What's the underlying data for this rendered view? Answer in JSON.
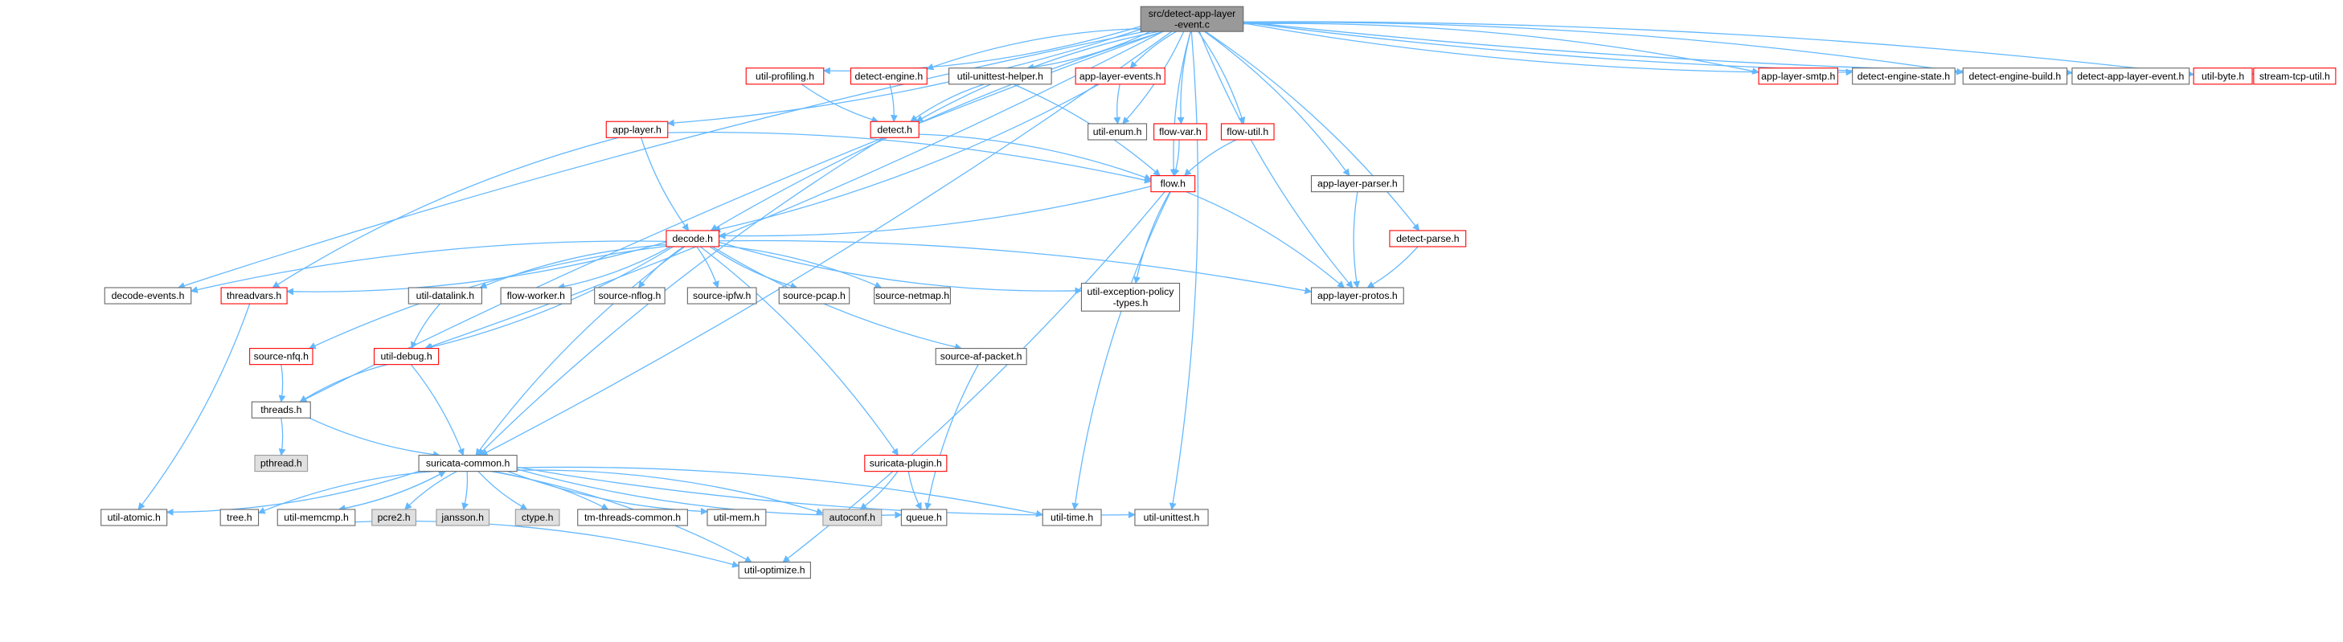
{
  "colors": {
    "edge": "#63b8ff",
    "root_fill": "#999999",
    "root_border": "#666666",
    "red_border": "#ff0000",
    "black_border": "#666666",
    "gray_fill": "#e0e0e0",
    "gray_border": "#999999"
  },
  "nodes": [
    {
      "id": "root",
      "lines": [
        "src/detect-app-layer",
        "-event.c"
      ],
      "style": "root"
    },
    {
      "id": "util_profiling",
      "lines": [
        "util-profiling.h"
      ],
      "style": "red"
    },
    {
      "id": "detect_engine",
      "lines": [
        "detect-engine.h"
      ],
      "style": "red"
    },
    {
      "id": "util_unittest_helper",
      "lines": [
        "util-unittest-helper.h"
      ],
      "style": "black"
    },
    {
      "id": "app_layer_events",
      "lines": [
        "app-layer-events.h"
      ],
      "style": "red"
    },
    {
      "id": "app_layer_smtp",
      "lines": [
        "app-layer-smtp.h"
      ],
      "style": "red"
    },
    {
      "id": "detect_engine_state",
      "lines": [
        "detect-engine-state.h"
      ],
      "style": "black"
    },
    {
      "id": "detect_engine_build",
      "lines": [
        "detect-engine-build.h"
      ],
      "style": "black"
    },
    {
      "id": "detect_app_layer_event",
      "lines": [
        "detect-app-layer-event.h"
      ],
      "style": "black"
    },
    {
      "id": "util_byte",
      "lines": [
        "util-byte.h"
      ],
      "style": "red"
    },
    {
      "id": "stream_tcp_util",
      "lines": [
        "stream-tcp-util.h"
      ],
      "style": "red"
    },
    {
      "id": "app_layer",
      "lines": [
        "app-layer.h"
      ],
      "style": "red"
    },
    {
      "id": "detect",
      "lines": [
        "detect.h"
      ],
      "style": "red"
    },
    {
      "id": "util_enum",
      "lines": [
        "util-enum.h"
      ],
      "style": "black"
    },
    {
      "id": "flow_var",
      "lines": [
        "flow-var.h"
      ],
      "style": "red"
    },
    {
      "id": "flow_util",
      "lines": [
        "flow-util.h"
      ],
      "style": "red"
    },
    {
      "id": "flow",
      "lines": [
        "flow.h"
      ],
      "style": "red"
    },
    {
      "id": "app_layer_parser",
      "lines": [
        "app-layer-parser.h"
      ],
      "style": "black"
    },
    {
      "id": "decode",
      "lines": [
        "decode.h"
      ],
      "style": "red"
    },
    {
      "id": "detect_parse",
      "lines": [
        "detect-parse.h"
      ],
      "style": "red"
    },
    {
      "id": "decode_events",
      "lines": [
        "decode-events.h"
      ],
      "style": "black"
    },
    {
      "id": "threadvars",
      "lines": [
        "threadvars.h"
      ],
      "style": "red"
    },
    {
      "id": "util_datalink",
      "lines": [
        "util-datalink.h"
      ],
      "style": "black"
    },
    {
      "id": "flow_worker",
      "lines": [
        "flow-worker.h"
      ],
      "style": "black"
    },
    {
      "id": "source_nflog",
      "lines": [
        "source-nflog.h"
      ],
      "style": "black"
    },
    {
      "id": "source_ipfw",
      "lines": [
        "source-ipfw.h"
      ],
      "style": "black"
    },
    {
      "id": "source_pcap",
      "lines": [
        "source-pcap.h"
      ],
      "style": "black"
    },
    {
      "id": "source_netmap",
      "lines": [
        "source-netmap.h"
      ],
      "style": "black"
    },
    {
      "id": "util_exception_policy",
      "lines": [
        "util-exception-policy",
        "-types.h"
      ],
      "style": "black"
    },
    {
      "id": "app_layer_protos",
      "lines": [
        "app-layer-protos.h"
      ],
      "style": "black"
    },
    {
      "id": "source_nfq",
      "lines": [
        "source-nfq.h"
      ],
      "style": "red"
    },
    {
      "id": "util_debug",
      "lines": [
        "util-debug.h"
      ],
      "style": "red"
    },
    {
      "id": "source_af_packet",
      "lines": [
        "source-af-packet.h"
      ],
      "style": "black"
    },
    {
      "id": "threads",
      "lines": [
        "threads.h"
      ],
      "style": "black"
    },
    {
      "id": "pthread",
      "lines": [
        "pthread.h"
      ],
      "style": "gray"
    },
    {
      "id": "suricata_plugin",
      "lines": [
        "suricata-plugin.h"
      ],
      "style": "red"
    },
    {
      "id": "suricata_common",
      "lines": [
        "suricata-common.h"
      ],
      "style": "black"
    },
    {
      "id": "util_atomic",
      "lines": [
        "util-atomic.h"
      ],
      "style": "black"
    },
    {
      "id": "tree",
      "lines": [
        "tree.h"
      ],
      "style": "black"
    },
    {
      "id": "util_memcmp",
      "lines": [
        "util-memcmp.h"
      ],
      "style": "black"
    },
    {
      "id": "pcre2",
      "lines": [
        "pcre2.h"
      ],
      "style": "gray"
    },
    {
      "id": "jansson",
      "lines": [
        "jansson.h"
      ],
      "style": "gray"
    },
    {
      "id": "ctype",
      "lines": [
        "ctype.h"
      ],
      "style": "gray"
    },
    {
      "id": "tm_threads_common",
      "lines": [
        "tm-threads-common.h"
      ],
      "style": "black"
    },
    {
      "id": "util_mem",
      "lines": [
        "util-mem.h"
      ],
      "style": "black"
    },
    {
      "id": "autoconf",
      "lines": [
        "autoconf.h"
      ],
      "style": "gray"
    },
    {
      "id": "queue",
      "lines": [
        "queue.h"
      ],
      "style": "black"
    },
    {
      "id": "util_time",
      "lines": [
        "util-time.h"
      ],
      "style": "black"
    },
    {
      "id": "util_unittest",
      "lines": [
        "util-unittest.h"
      ],
      "style": "black"
    },
    {
      "id": "util_optimize",
      "lines": [
        "util-optimize.h"
      ],
      "style": "black"
    }
  ],
  "edges": [
    [
      "root",
      "util_profiling"
    ],
    [
      "root",
      "detect_engine"
    ],
    [
      "root",
      "util_unittest_helper"
    ],
    [
      "root",
      "app_layer_events"
    ],
    [
      "root",
      "app_layer_smtp"
    ],
    [
      "root",
      "detect_engine_state"
    ],
    [
      "root",
      "detect_engine_build"
    ],
    [
      "root",
      "detect_app_layer_event"
    ],
    [
      "root",
      "util_byte"
    ],
    [
      "root",
      "stream_tcp_util"
    ],
    [
      "root",
      "app_layer"
    ],
    [
      "root",
      "detect"
    ],
    [
      "root",
      "util_enum"
    ],
    [
      "root",
      "flow_var"
    ],
    [
      "root",
      "flow_util"
    ],
    [
      "root",
      "flow"
    ],
    [
      "root",
      "app_layer_parser"
    ],
    [
      "root",
      "decode"
    ],
    [
      "root",
      "detect_parse"
    ],
    [
      "root",
      "decode_events"
    ],
    [
      "root",
      "util_debug"
    ],
    [
      "root",
      "threads"
    ],
    [
      "root",
      "suricata_common"
    ],
    [
      "root",
      "app_layer_protos"
    ],
    [
      "root",
      "util_unittest"
    ],
    [
      "util_profiling",
      "detect"
    ],
    [
      "detect_engine",
      "detect"
    ],
    [
      "util_unittest_helper",
      "detect"
    ],
    [
      "util_unittest_helper",
      "flow"
    ],
    [
      "app_layer_events",
      "util_enum"
    ],
    [
      "app_layer_events",
      "decode"
    ],
    [
      "app_layer",
      "decode"
    ],
    [
      "app_layer",
      "flow"
    ],
    [
      "app_layer",
      "threadvars"
    ],
    [
      "detect",
      "flow"
    ],
    [
      "detect",
      "suricata_common"
    ],
    [
      "flow_var",
      "flow"
    ],
    [
      "flow_util",
      "flow"
    ],
    [
      "flow",
      "decode"
    ],
    [
      "flow",
      "util_exception_policy"
    ],
    [
      "flow",
      "app_layer_protos"
    ],
    [
      "flow",
      "util_time"
    ],
    [
      "flow",
      "util_optimize"
    ],
    [
      "app_layer_parser",
      "app_layer_protos"
    ],
    [
      "detect_parse",
      "app_layer_protos"
    ],
    [
      "decode",
      "decode_events"
    ],
    [
      "decode",
      "threadvars"
    ],
    [
      "decode",
      "util_datalink"
    ],
    [
      "decode",
      "flow_worker"
    ],
    [
      "decode",
      "source_nflog"
    ],
    [
      "decode",
      "source_ipfw"
    ],
    [
      "decode",
      "source_pcap"
    ],
    [
      "decode",
      "source_netmap"
    ],
    [
      "decode",
      "util_exception_policy"
    ],
    [
      "decode",
      "app_layer_protos"
    ],
    [
      "decode",
      "source_nfq"
    ],
    [
      "decode",
      "util_debug"
    ],
    [
      "decode",
      "source_af_packet"
    ],
    [
      "decode",
      "suricata_plugin"
    ],
    [
      "decode",
      "suricata_common"
    ],
    [
      "threadvars",
      "util_atomic"
    ],
    [
      "util_datalink",
      "util_debug"
    ],
    [
      "source_nfq",
      "threads"
    ],
    [
      "util_debug",
      "threads"
    ],
    [
      "util_debug",
      "suricata_common"
    ],
    [
      "source_af_packet",
      "queue"
    ],
    [
      "threads",
      "pthread"
    ],
    [
      "threads",
      "suricata_common"
    ],
    [
      "suricata_plugin",
      "autoconf"
    ],
    [
      "suricata_plugin",
      "queue"
    ],
    [
      "suricata_common",
      "util_atomic"
    ],
    [
      "suricata_common",
      "tree"
    ],
    [
      "suricata_common",
      "util_memcmp"
    ],
    [
      "suricata_common",
      "pcre2"
    ],
    [
      "suricata_common",
      "jansson"
    ],
    [
      "suricata_common",
      "ctype"
    ],
    [
      "suricata_common",
      "tm_threads_common"
    ],
    [
      "suricata_common",
      "util_mem"
    ],
    [
      "suricata_common",
      "autoconf"
    ],
    [
      "suricata_common",
      "queue"
    ],
    [
      "suricata_common",
      "util_time"
    ],
    [
      "suricata_common",
      "util_unittest"
    ],
    [
      "suricata_common",
      "util_optimize"
    ],
    [
      "util_memcmp",
      "suricata_common"
    ],
    [
      "util_memcmp",
      "util_optimize"
    ]
  ]
}
